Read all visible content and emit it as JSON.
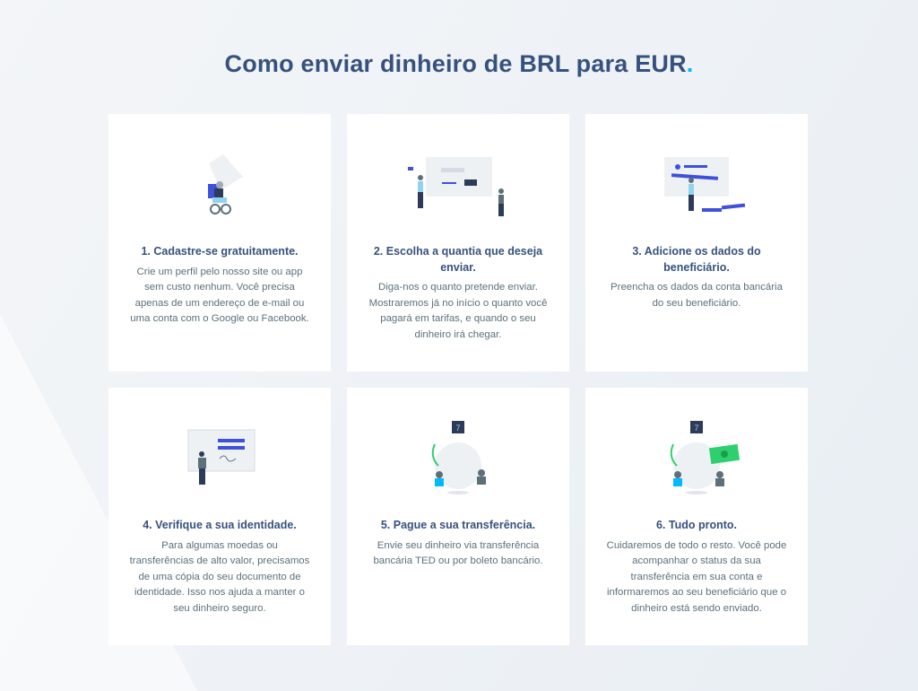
{
  "title": "Como enviar dinheiro de BRL para EUR",
  "title_dot": ".",
  "accent": "#00b9ff",
  "steps": [
    {
      "title": "1. Cadastre-se gratuitamente.",
      "desc": "Crie um perfil pelo nosso site ou app sem custo nenhum. Você precisa apenas de um endereço de e-mail ou uma conta com o Google ou Facebook."
    },
    {
      "title": "2. Escolha a quantia que deseja enviar.",
      "desc": "Diga-nos o quanto pretende enviar. Mostraremos já no início o quanto você pagará em tarifas, e quando o seu dinheiro irá chegar."
    },
    {
      "title": "3. Adicione os dados do beneficiário.",
      "desc": "Preencha os dados da conta bancária do seu beneficiário."
    },
    {
      "title": "4. Verifique a sua identidade.",
      "desc": "Para algumas moedas ou transferências de alto valor, precisamos de uma cópia do seu documento de identidade. Isso nos ajuda a manter o seu dinheiro seguro."
    },
    {
      "title": "5. Pague a sua transferência.",
      "desc": "Envie seu dinheiro via transferência bancária TED ou por boleto bancário."
    },
    {
      "title": "6. Tudo pronto.",
      "desc": "Cuidaremos de todo o resto. Você pode acompanhar o status da sua transferência em sua conta e informaremos ao seu beneficiário que o dinheiro está sendo enviado."
    }
  ]
}
